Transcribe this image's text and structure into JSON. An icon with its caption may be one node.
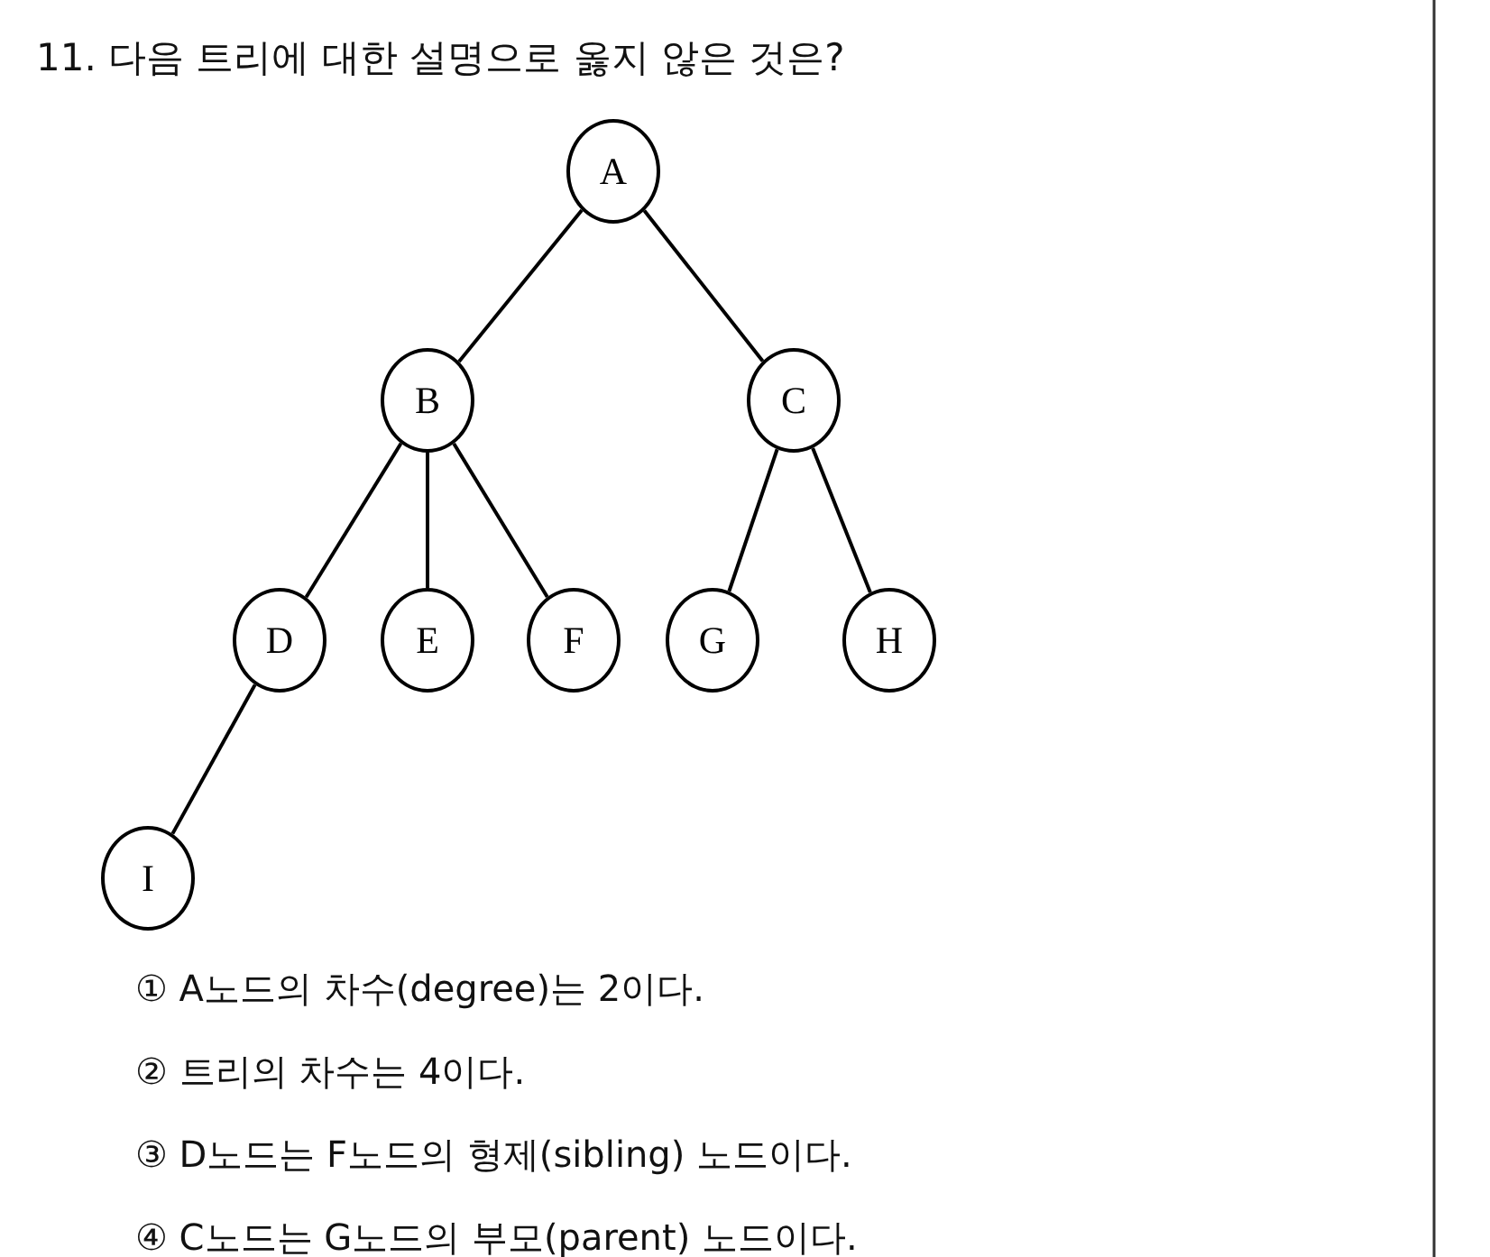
{
  "diagram": {
    "title": "11. 다음 트리에 대한 설명으로 옳지 않은 것은?",
    "nodes": [
      {
        "text": [
          "A"
        ]
      },
      {
        "text": [
          "B"
        ]
      },
      {
        "text": [
          "C"
        ]
      },
      {
        "text": [
          "D"
        ]
      },
      {
        "text": [
          "E"
        ]
      },
      {
        "text": [
          "F"
        ]
      },
      {
        "text": [
          "G"
        ]
      },
      {
        "text": [
          "H"
        ]
      },
      {
        "text": [
          "I"
        ]
      }
    ],
    "edges": [
      {
        "from": 0,
        "to": 1,
        "arrow": "none"
      },
      {
        "from": 0,
        "to": 2,
        "arrow": "none"
      },
      {
        "from": 1,
        "to": 3,
        "arrow": "none"
      },
      {
        "from": 1,
        "to": 4,
        "arrow": "none"
      },
      {
        "from": 1,
        "to": 5,
        "arrow": "none"
      },
      {
        "from": 2,
        "to": 6,
        "arrow": "none"
      },
      {
        "from": 2,
        "to": 7,
        "arrow": "none"
      },
      {
        "from": 3,
        "to": 8,
        "arrow": "none"
      }
    ],
    "labels": [
      "① A노드의 차수(degree)는 2이다.",
      "② 트리의 차수는 4이다.",
      "③ D노드는 F노드의 형제(sibling) 노드이다.",
      "④ C노드는 G노드의 부모(parent) 노드이다."
    ]
  }
}
